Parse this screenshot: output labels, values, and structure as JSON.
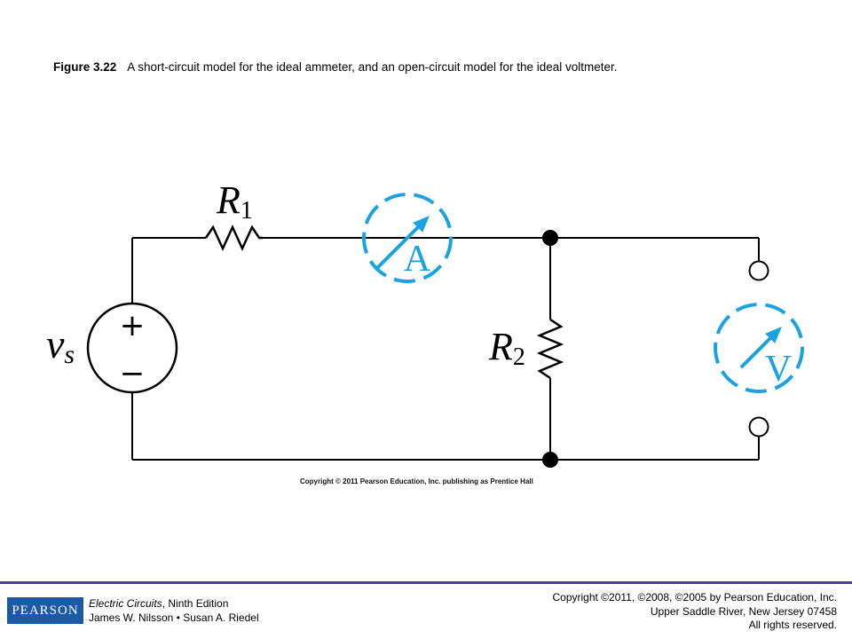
{
  "caption": {
    "figure_number": "Figure 3.22",
    "text": "A short-circuit model for the ideal ammeter, and an open-circuit model for the ideal voltmeter."
  },
  "circuit": {
    "source_label": "v",
    "source_subscript": "s",
    "source_plus": "+",
    "source_minus": "−",
    "r1_label": "R",
    "r1_subscript": "1",
    "r2_label": "R",
    "r2_subscript": "2",
    "ammeter_label": "A",
    "voltmeter_label": "V",
    "meter_color": "#1aa3e0"
  },
  "figure_copyright": "Copyright © 2011 Pearson Education, Inc. publishing as Prentice Hall",
  "footer": {
    "logo_text": "PEARSON",
    "book_title": "Electric Circuits",
    "book_edition": ", Ninth Edition",
    "authors": "James W. Nilsson • Susan A. Riedel",
    "copyright_line1": "Copyright ©2011, ©2008, ©2005 by Pearson Education, Inc.",
    "copyright_line2": "Upper Saddle River, New Jersey 07458",
    "copyright_line3": "All rights reserved."
  }
}
